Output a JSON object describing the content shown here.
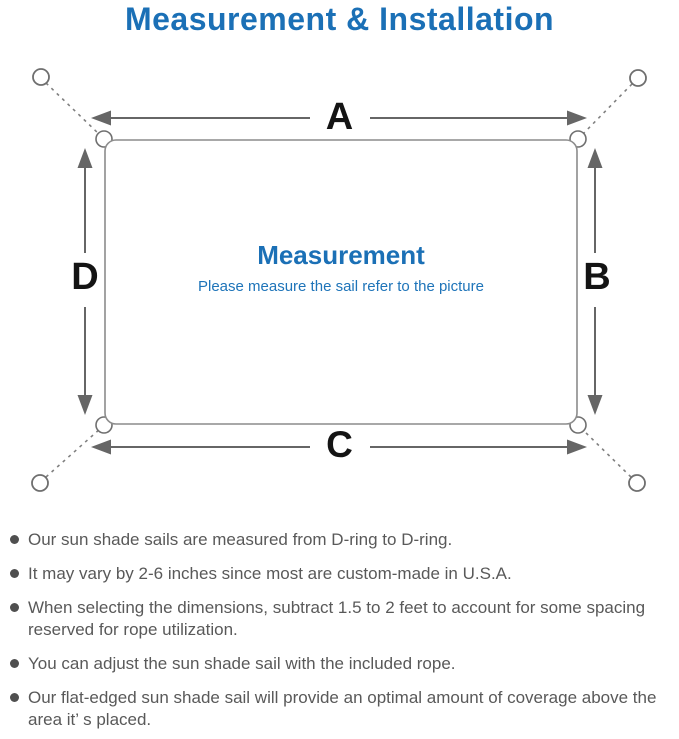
{
  "title": "Measurement & Installation",
  "diagram": {
    "side_labels": {
      "top": "A",
      "right": "B",
      "bottom": "C",
      "left": "D"
    },
    "center_title": "Measurement",
    "center_subtitle": "Please measure the sail refer to the picture"
  },
  "colors": {
    "accent_blue": "#1b70b6",
    "diagram_gray": "#6f6f6f",
    "arrow_gray": "#666666",
    "text_gray": "#595959",
    "label_black": "#141414"
  },
  "bullets": [
    "Our sun shade sails are measured from D-ring to D-ring.",
    "It may vary by 2-6 inches since most are custom-made in U.S.A.",
    "When selecting the dimensions, subtract 1.5 to 2 feet to account for some spacing reserved for rope utilization.",
    "You can adjust the sun shade sail with the included rope.",
    "Our flat-edged sun shade sail will provide an optimal amount of coverage above the area it’ s placed."
  ]
}
